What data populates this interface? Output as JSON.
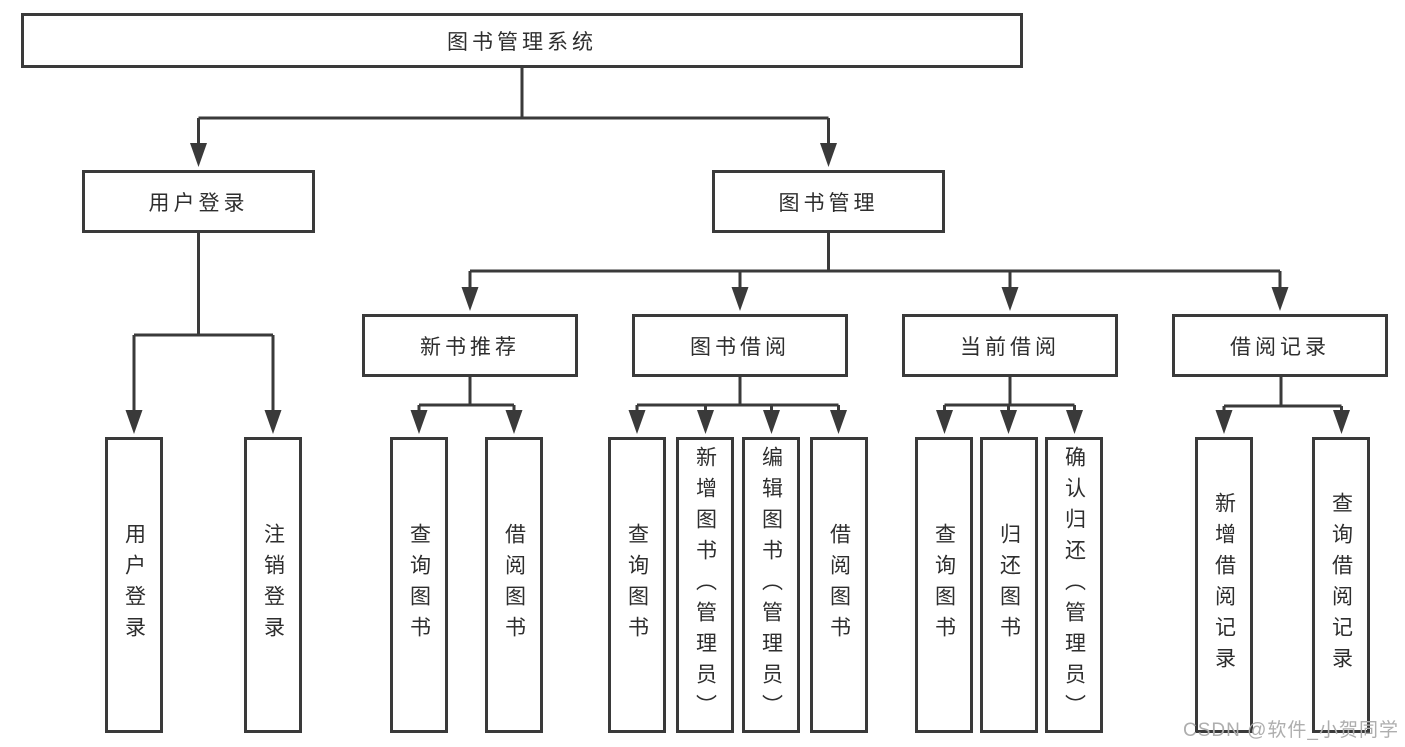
{
  "diagram": {
    "title": "图书管理系统",
    "root": {
      "label": "图书管理系统"
    },
    "level2": {
      "user_login": {
        "label": "用户登录"
      },
      "book_management": {
        "label": "图书管理"
      }
    },
    "modules": [
      {
        "label": "新书推荐"
      },
      {
        "label": "图书借阅"
      },
      {
        "label": "当前借阅"
      },
      {
        "label": "借阅记录"
      }
    ],
    "leaves": {
      "user_login_children": [
        "用户登录",
        "注销登录"
      ],
      "new_book_children": [
        "查询图书",
        "借阅图书"
      ],
      "borrow_children": [
        "查询图书",
        "新增图书（管理员）",
        "编辑图书（管理员）",
        "借阅图书"
      ],
      "current_children": [
        "查询图书",
        "归还图书",
        "确认归还（管理员）"
      ],
      "record_children": [
        "新增借阅记录",
        "查询借阅记录"
      ]
    }
  },
  "watermark": "CSDN @软件_小贺同学",
  "colors": {
    "line": "#3a3a3a",
    "box_border": "#3a3a3a",
    "text": "#2e2e2e",
    "watermark": "#aeaeae",
    "background": "#ffffff"
  }
}
